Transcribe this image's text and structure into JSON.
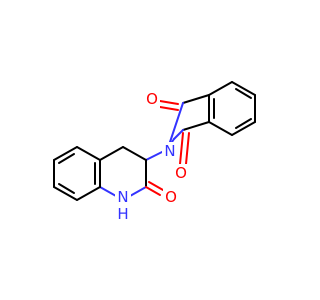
{
  "atoms": {
    "o_top": {
      "label": "O",
      "color": "#ff0000"
    },
    "o_bottom": {
      "label": "O",
      "color": "#ff0000"
    },
    "n_imide": {
      "label": "N",
      "color": "#3333ff"
    },
    "o_lactam": {
      "label": "O",
      "color": "#ff0000"
    },
    "n_lactam": {
      "label": "N",
      "color": "#3333ff"
    },
    "h_lactam": {
      "label": "H",
      "color": "#3333ff"
    }
  }
}
